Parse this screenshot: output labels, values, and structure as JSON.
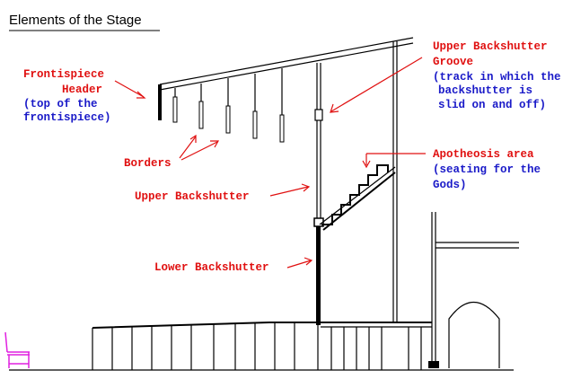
{
  "title": "Elements of the Stage",
  "labels": {
    "frontispiece_header": [
      "Frontispiece",
      "Header"
    ],
    "frontispiece_note": [
      "(top of the",
      "frontispiece)"
    ],
    "borders": "Borders",
    "upper_backshutter": "Upper Backshutter",
    "lower_backshutter": "Lower Backshutter",
    "upper_backshutter_groove": [
      "Upper Backshutter",
      "Groove"
    ],
    "groove_note": [
      "(track in which the",
      "backshutter is",
      "slid on and off)"
    ],
    "apotheosis": "Apotheosis area",
    "apotheosis_note": [
      "(seating for the",
      "Gods)"
    ]
  },
  "colors": {
    "label_red": "#e01010",
    "note_blue": "#1a1ac8",
    "chair": "#e020e0"
  }
}
